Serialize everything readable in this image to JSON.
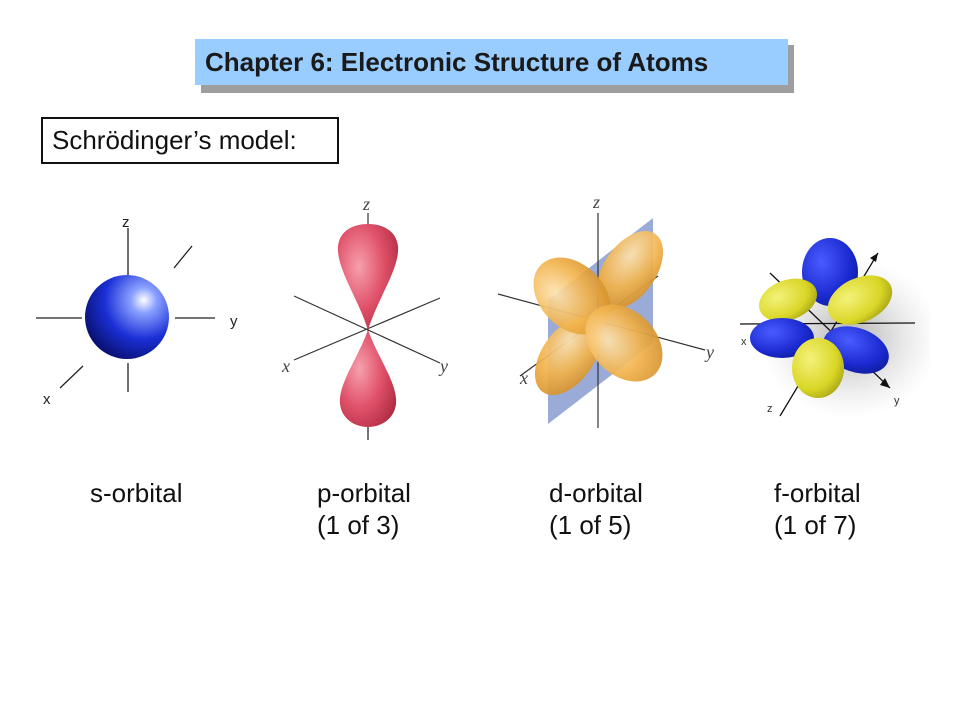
{
  "header": {
    "title": "Chapter 6: Electronic Structure of Atoms"
  },
  "model_label": "Schrödinger’s model:",
  "orbitals": [
    {
      "name": "s-orbital",
      "count": "",
      "axes": {
        "x": "x",
        "y": "y",
        "z": "z"
      },
      "color": "#1a2fd6"
    },
    {
      "name": "p-orbital",
      "count": "(1 of 3)",
      "axes": {
        "x": "x",
        "y": "y",
        "z": "z"
      },
      "color": "#e0526a"
    },
    {
      "name": "d-orbital",
      "count": "(1 of 5)",
      "axes": {
        "x": "x",
        "y": "y",
        "z": "z"
      },
      "color": "#f2b24a"
    },
    {
      "name": "f-orbital",
      "count": "(1 of 7)",
      "axes": {
        "x": "x",
        "y": "y",
        "z": "z"
      },
      "color": "#d9d626"
    }
  ]
}
